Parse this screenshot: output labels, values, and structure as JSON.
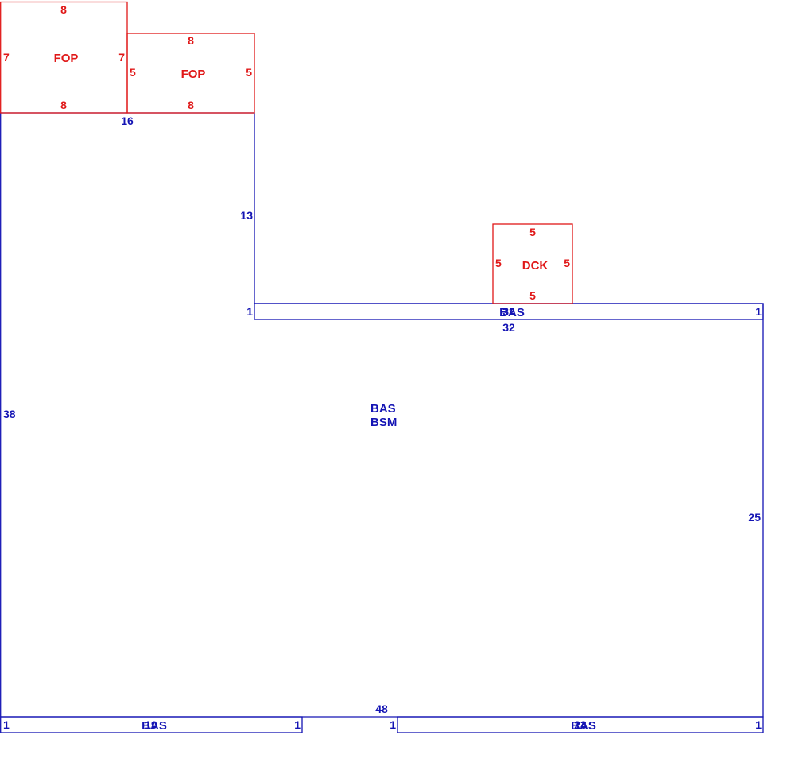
{
  "colors": {
    "living_area": "#1414b4",
    "attached_area": "#e01818",
    "background": "#ffffff"
  },
  "areas": {
    "main": {
      "labels": [
        "BAS",
        "BSM"
      ],
      "dims": {
        "top": "16",
        "left": "38",
        "step_vertical": "13",
        "right": "25",
        "upper_right_top": "32",
        "bottom": "48"
      }
    },
    "porch_left": {
      "label": "FOP",
      "dims": {
        "top": "8",
        "left": "7",
        "right": "7",
        "bottom": "8"
      }
    },
    "porch_right": {
      "label": "FOP",
      "dims": {
        "top": "8",
        "left": "5",
        "right": "5",
        "bottom": "8"
      }
    },
    "deck": {
      "label": "DCK",
      "dims": {
        "top": "5",
        "left": "5",
        "right": "5",
        "bottom": "5"
      }
    },
    "strip_upper": {
      "label": "BAS",
      "overlap_label": "32",
      "dims": {
        "left": "1",
        "right": "1",
        "bottom": "32"
      }
    },
    "strip_bottom_left": {
      "label": "BAS",
      "overlap_label": "19",
      "dims": {
        "left": "1",
        "right": "1"
      }
    },
    "strip_bottom_right": {
      "label": "BAS",
      "overlap_label": "23",
      "dims": {
        "left": "1",
        "right": "1"
      }
    }
  }
}
